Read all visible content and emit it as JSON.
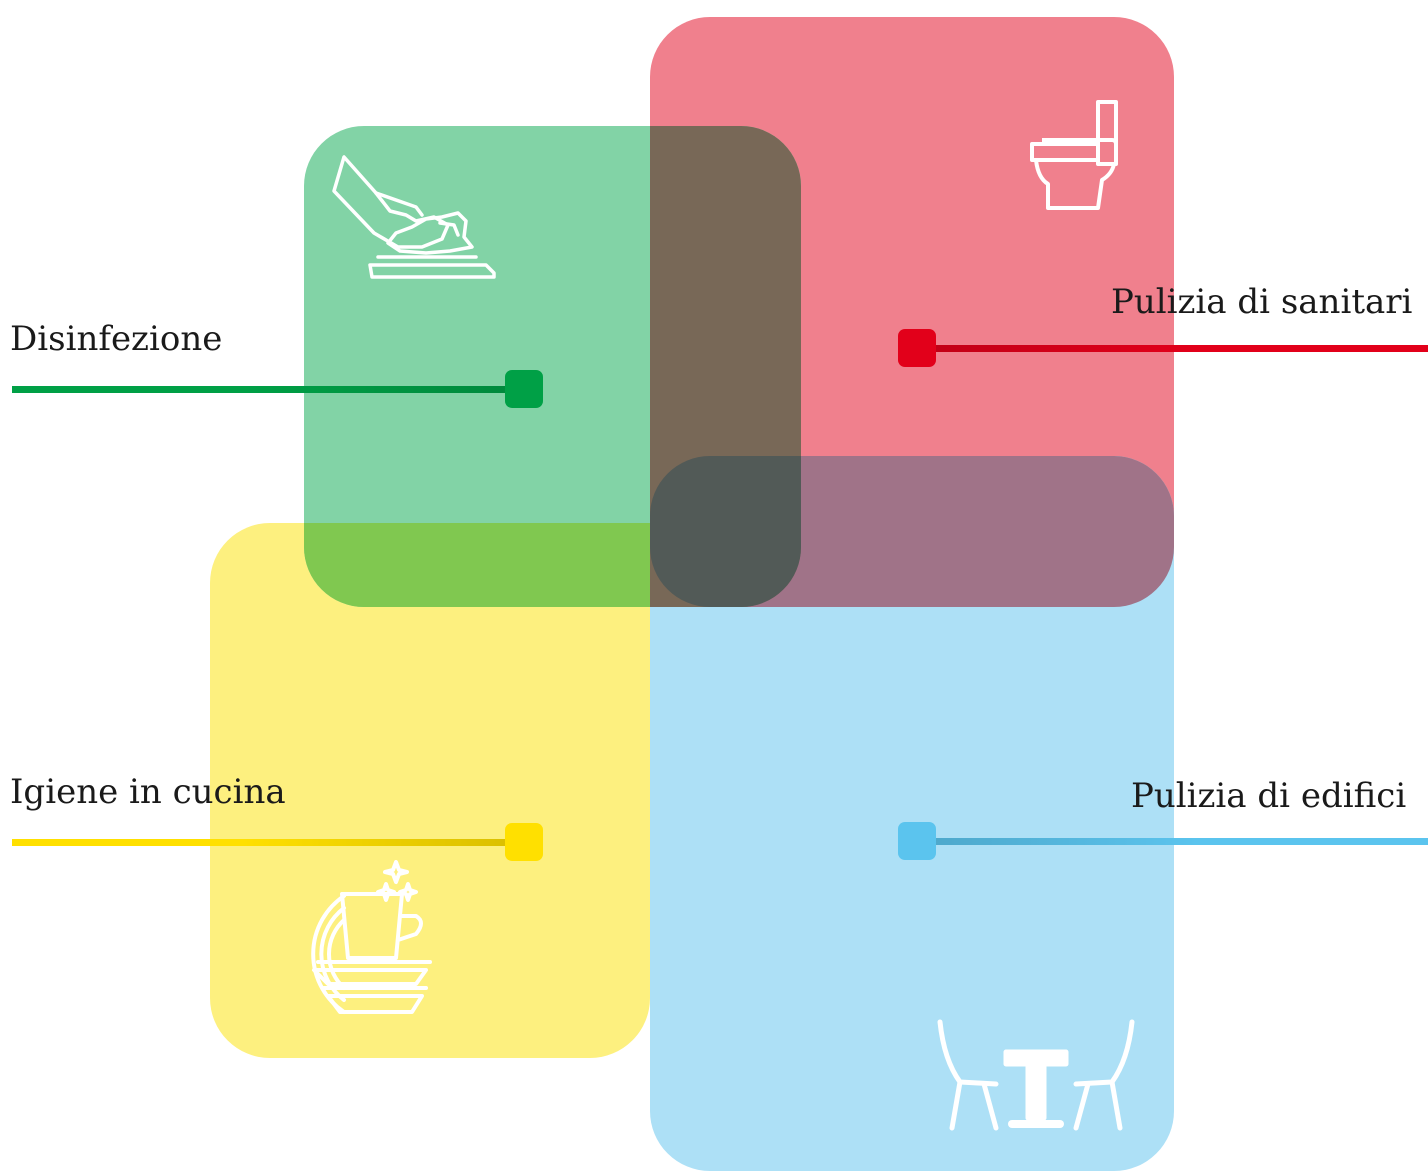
{
  "categories": [
    {
      "id": "disinfection",
      "label": "Disinfezione",
      "color": "#00a046",
      "panel_color": "#82d3a6",
      "icon": "hand-wiping-icon"
    },
    {
      "id": "sanitary",
      "label": "Pulizia di sanitari",
      "color": "#e2001a",
      "panel_color": "#f0808d",
      "icon": "toilet-icon"
    },
    {
      "id": "kitchen",
      "label": "Igiene in cucina",
      "color": "#ffe000",
      "panel_color": "#fdf07f",
      "icon": "clean-dishes-icon"
    },
    {
      "id": "buildings",
      "label": "Pulizia di edifici",
      "color": "#5bc4ee",
      "panel_color": "#ade0f6",
      "icon": "table-chairs-icon"
    }
  ],
  "overlap_colors": {
    "green_red": "#786857",
    "green_yellow": "#80c850",
    "red_blue": "#a07388",
    "center": "#525a57"
  }
}
